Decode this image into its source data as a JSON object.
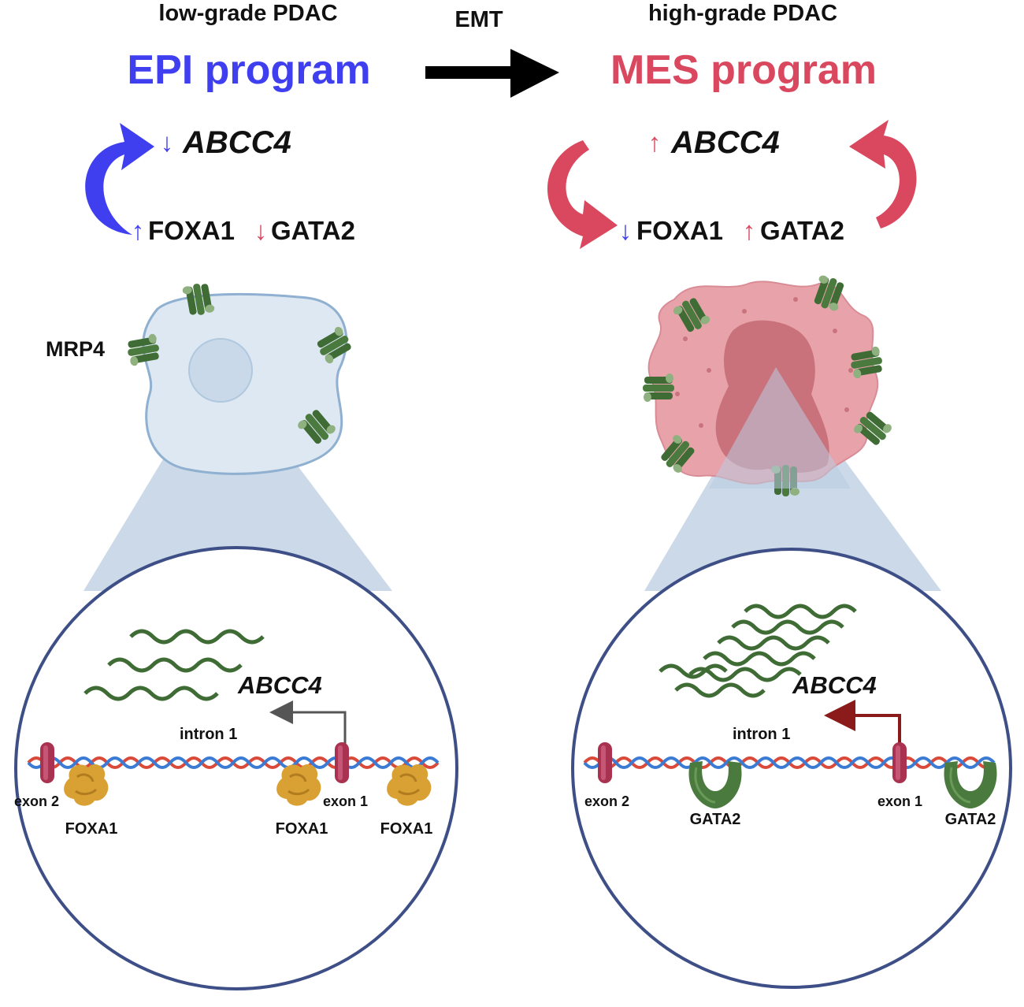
{
  "left": {
    "grade": "low-grade PDAC",
    "program": "EPI program",
    "gene_arrow": "↓",
    "gene": "ABCC4",
    "foxa1_arrow": "↑",
    "foxa1": "FOXA1",
    "gata2_arrow": "↓",
    "gata2": "GATA2",
    "transporter_label": "MRP4",
    "zoom": {
      "gene": "ABCC4",
      "intron": "intron 1",
      "exon2": "exon 2",
      "exon1": "exon 1",
      "factor_a": "FOXA1",
      "factor_b": "FOXA1",
      "factor_c": "FOXA1"
    }
  },
  "center": {
    "transition": "EMT"
  },
  "right": {
    "grade": "high-grade PDAC",
    "program": "MES program",
    "gene_arrow": "↑",
    "gene": "ABCC4",
    "foxa1_arrow": "↓",
    "foxa1": "FOXA1",
    "gata2_arrow": "↑",
    "gata2": "GATA2",
    "zoom": {
      "gene": "ABCC4",
      "intron": "intron 1",
      "exon2": "exon 2",
      "exon1": "exon 1",
      "factor_a": "GATA2",
      "factor_b": "GATA2"
    }
  },
  "colors": {
    "epi_blue": "#3f3ff0",
    "mes_red": "#d9485f",
    "transporter_green": "#3f6b35",
    "cell_blue": "#dde8f2",
    "cell_red": "#e8a3aa",
    "foxa1_gold": "#d9a033",
    "gata2_green": "#4a7a3d"
  }
}
